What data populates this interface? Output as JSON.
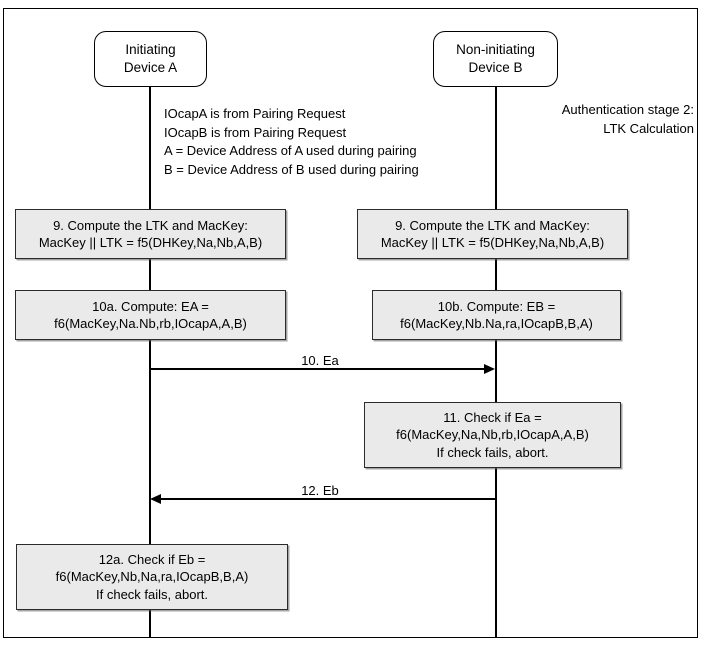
{
  "diagram": {
    "title_note": {
      "line1": "Authentication stage 2:",
      "line2": "LTK Calculation"
    },
    "actors": [
      {
        "name": "device-a",
        "line1": "Initiating",
        "line2": "Device A"
      },
      {
        "name": "device-b",
        "line1": "Non-initiating",
        "line2": "Device B"
      }
    ],
    "legend": {
      "line1": "IOcapA is from Pairing Request",
      "line2": "IOcapB is from Pairing Request",
      "line3": "A = Device Address of A used during pairing",
      "line4": "B = Device Address of B used during pairing"
    },
    "steps": {
      "step9a": {
        "line1": "9. Compute the LTK and MacKey:",
        "line2": "MacKey || LTK = f5(DHKey,Na,Nb,A,B)"
      },
      "step9b": {
        "line1": "9. Compute the LTK and MacKey:",
        "line2": "MacKey || LTK = f5(DHKey,Na,Nb,A,B)"
      },
      "step10a": {
        "line1": "10a. Compute: EA =",
        "line2": "f6(MacKey,Na.Nb,rb,IOcapA,A,B)"
      },
      "step10b": {
        "line1": "10b. Compute: EB =",
        "line2": "f6(MacKey,Nb.Na,ra,IOcapB,B,A)"
      },
      "step11": {
        "line1": "11. Check if Ea =",
        "line2": "f6(MacKey,Na,Nb,rb,IOcapA,A,B)",
        "line3": "If check fails, abort."
      },
      "step12a": {
        "line1": "12a. Check if Eb =",
        "line2": "f6(MacKey,Nb,Na,ra,IOcapB,B,A)",
        "line3": "If check fails, abort."
      }
    },
    "messages": {
      "msg10": {
        "label": "10. Ea",
        "direction": "a-to-b"
      },
      "msg12": {
        "label": "12. Eb",
        "direction": "b-to-a"
      }
    },
    "colors": {
      "box_fill": "#eaeaea",
      "box_border": "#2b2b2b",
      "line": "#000000",
      "background": "#ffffff"
    }
  }
}
